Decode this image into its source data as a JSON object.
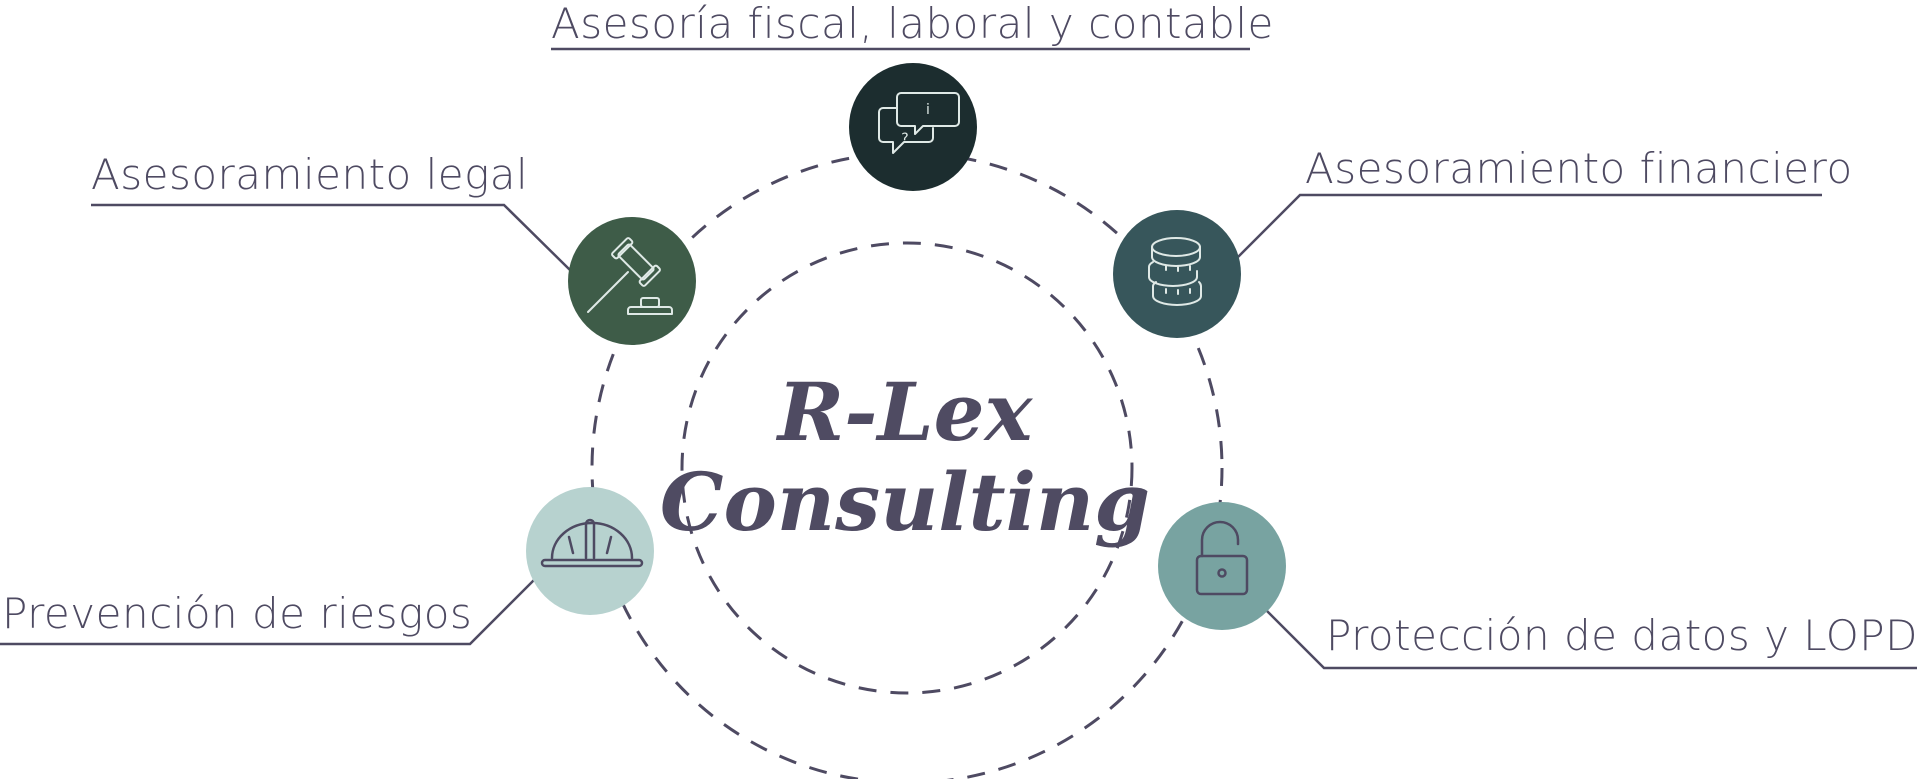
{
  "brand": {
    "line1": "R-Lex",
    "line2": "Consulting"
  },
  "services": [
    {
      "label": "Asesoría fiscal, laboral y contable",
      "icon": "chat-bubbles-icon",
      "color": "#1c2d2f"
    },
    {
      "label": "Asesoramiento financiero",
      "icon": "coins-stack-icon",
      "color": "#37565b"
    },
    {
      "label": "Protección de datos y LOPD",
      "icon": "padlock-icon",
      "color": "#78a3a1"
    },
    {
      "label": "Prevención de riesgos",
      "icon": "hard-hat-icon",
      "color": "#b7d2cf"
    },
    {
      "label": "Asesoramiento legal",
      "icon": "gavel-icon",
      "color": "#3e5c48"
    }
  ],
  "colors": {
    "text": "#4e4a62",
    "line": "#4e4a62",
    "icon_light": "#dfe9e6"
  }
}
